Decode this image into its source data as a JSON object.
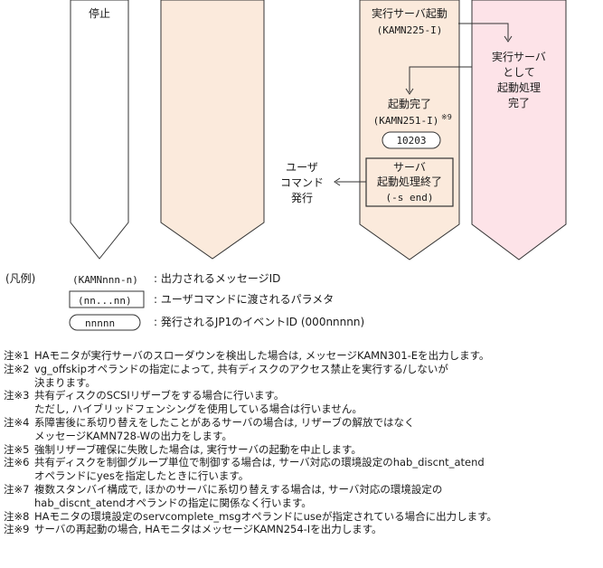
{
  "colors": {
    "peach_fill": "#fbeadc",
    "pink_fill": "#fde3e8",
    "stroke": "#333333"
  },
  "columns": {
    "stop_label": "停止"
  },
  "flow": {
    "active_start": [
      "実行サーバ起動",
      "(KAMN225-I)"
    ],
    "executing_processing": [
      "実行サーバ",
      "として",
      "起動処理",
      "完了"
    ],
    "start_complete": [
      "起動完了",
      "(KAMN251-I)"
    ],
    "start_complete_note": "※9",
    "event_id": "10203",
    "server_processing_end": [
      "サーバ",
      "起動処理終了",
      "(-s end)"
    ],
    "user_command": [
      "ユーザ",
      "コマンド",
      "発行"
    ]
  },
  "legend": {
    "title": "(凡例)",
    "message_sample": "(KAMNnnn-n)",
    "message_desc": ": 出力されるメッセージID",
    "param_sample": "(nn...nn)",
    "param_desc": ": ユーザコマンドに渡されるパラメタ",
    "event_sample": "nnnnn",
    "event_desc": ": 発行されるJP1のイベントID (000nnnnn)"
  },
  "notes": [
    {
      "key": "注※1",
      "lines": [
        "HAモニタが実行サーバのスローダウンを検出した場合は, メッセージKAMN301-Eを出力します。"
      ]
    },
    {
      "key": "注※2",
      "lines": [
        "vg_offskipオペランドの指定によって, 共有ディスクのアクセス禁止を実行する/しないが",
        "決まります。"
      ]
    },
    {
      "key": "注※3",
      "lines": [
        "共有ディスクのSCSIリザーブをする場合に行います。",
        "ただし, ハイブリッドフェンシングを使用している場合は行いません。"
      ]
    },
    {
      "key": "注※4",
      "lines": [
        "系障害後に系切り替えをしたことがあるサーバの場合は, リザーブの解放ではなく",
        "メッセージKAMN728-Wの出力をします。"
      ]
    },
    {
      "key": "注※5",
      "lines": [
        "強制リザーブ確保に失敗した場合は, 実行サーバの起動を中止します。"
      ]
    },
    {
      "key": "注※6",
      "lines": [
        "共有ディスクを制御グループ単位で制御する場合は, サーバ対応の環境設定のhab_discnt_atend",
        "オペランドにyesを指定したときに行います。"
      ]
    },
    {
      "key": "注※7",
      "lines": [
        "複数スタンバイ構成で, ほかのサーバに系切り替えする場合は, サーバ対応の環境設定の",
        "hab_discnt_atendオペランドの指定に関係なく行います。"
      ]
    },
    {
      "key": "注※8",
      "lines": [
        "HAモニタの環境設定のservcomplete_msgオペランドにuseが指定されている場合に出力します。"
      ]
    },
    {
      "key": "注※9",
      "lines": [
        "サーバの再起動の場合, HAモニタはメッセージKAMN254-Iを出力します。"
      ]
    }
  ]
}
